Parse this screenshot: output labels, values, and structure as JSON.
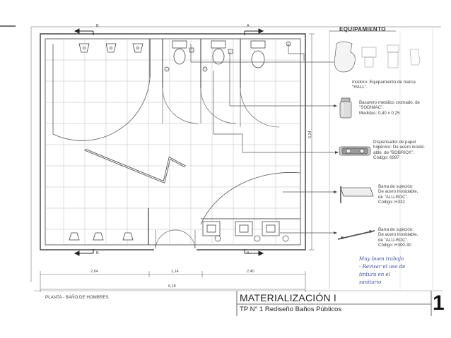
{
  "header": {
    "title": "EQUIPAMIENTO"
  },
  "equipment": [
    {
      "id": "inodoro",
      "lines": "Inodoro: Equipamiento de marca\n\"HALL\"."
    },
    {
      "id": "basurero",
      "lines": "Basurero metálico cromado, de\n\"SODIMAC\".\nMedidas: 0,40 x 0,25"
    },
    {
      "id": "dispensador",
      "lines": "Dispensador de papel\nhigiénico: De acero inoxid-\nable, de \"BOBRICK\".\nCódigo: 6997"
    },
    {
      "id": "barra1",
      "lines": "Barra de sujeción:\nDe acero inoxidable,\nde \"ALU-ROC\".\nCódigo: H332"
    },
    {
      "id": "barra2",
      "lines": "Barra de sujeción:\nDe acero inoxidable,\nde \"ALU-ROC\".\nCódigo: H300-30"
    }
  ],
  "annotation": {
    "text": "Muy buen trabajo\n- Revisar el uso de\ntintura en el\nsanitario"
  },
  "plan": {
    "section_labels": [
      "B",
      "A",
      "B",
      "A"
    ],
    "dimensions": [
      "2,64",
      "1,14",
      "2,40",
      "6,18"
    ],
    "side_dimension": "5,24",
    "caption": "PLANTA - BAÑO DE HOMBRES"
  },
  "title_block": {
    "title": "MATERIALIZACIÓN I",
    "subtitle": "TP N° 1 Rediseño Baños Públicos",
    "sheet_number": "1"
  }
}
